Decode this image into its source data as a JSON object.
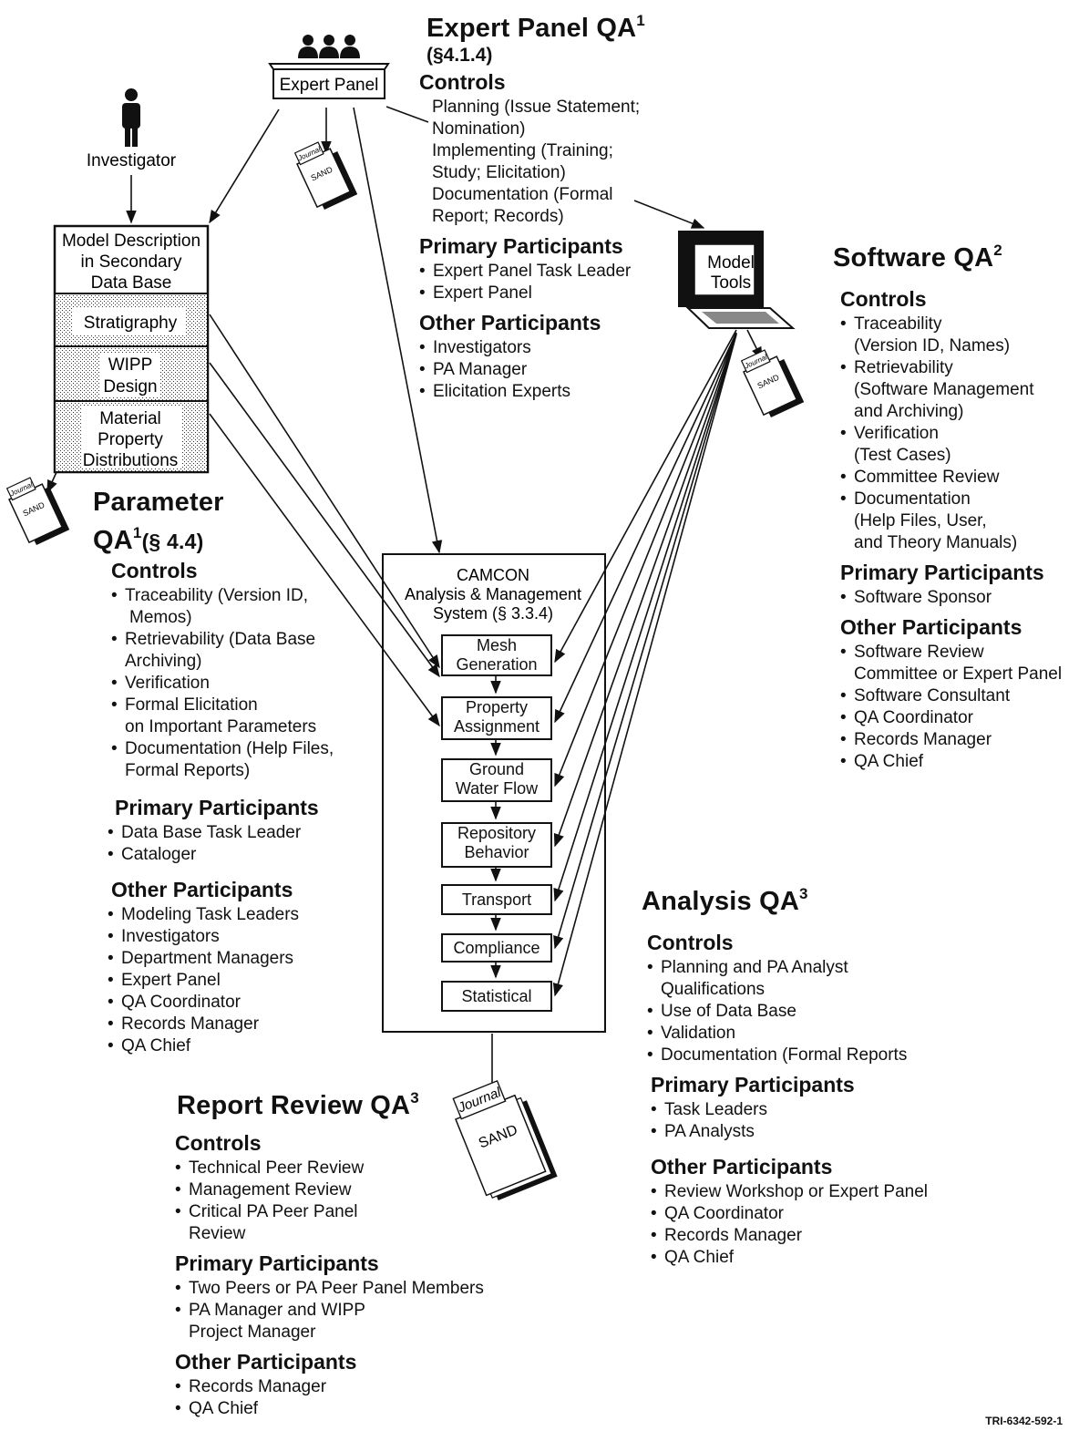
{
  "expert_panel_qa": {
    "title": "Expert Panel QA",
    "sup": "1",
    "ref": "(§4.1.4)",
    "controls_heading": "Controls",
    "controls": [
      "Planning (Issue Statement;",
      "Nomination)",
      "Implementing (Training;",
      "Study; Elicitation)",
      "Documentation (Formal",
      "Report; Records)"
    ],
    "primary_heading": "Primary Participants",
    "primary": [
      "Expert Panel Task Leader",
      "Expert Panel"
    ],
    "other_heading": "Other Participants",
    "other": [
      "Investigators",
      "PA Manager",
      "Elicitation Experts"
    ]
  },
  "software_qa": {
    "title": "Software QA",
    "sup": "2",
    "controls_heading": "Controls",
    "controls": [
      "Traceability",
      "(Version ID, Names)",
      "Retrievability",
      "(Software Management",
      "and Archiving)",
      "Verification",
      "(Test Cases)",
      "Committee Review",
      "Documentation",
      "(Help Files, User,",
      "and Theory Manuals)"
    ],
    "primary_heading": "Primary Participants",
    "primary": [
      "Software Sponsor"
    ],
    "other_heading": "Other Participants",
    "other": [
      "Software Review",
      "Committee or Expert Panel",
      "Software Consultant",
      "QA Coordinator",
      "Records Manager",
      "QA Chief"
    ]
  },
  "parameter_qa": {
    "title1": "Parameter",
    "title2": "QA",
    "sup": "1",
    "ref": "(§ 4.4)",
    "controls_heading": "Controls",
    "controls": [
      "Traceability (Version ID,",
      "Memos)",
      "Retrievability (Data Base",
      "Archiving)",
      "Verification",
      "Formal Elicitation",
      "on Important Parameters",
      "Documentation (Help Files,",
      "Formal Reports)"
    ],
    "primary_heading": "Primary Participants",
    "primary": [
      "Data Base Task Leader",
      "Cataloger"
    ],
    "other_heading": "Other Participants",
    "other": [
      "Modeling Task Leaders",
      "Investigators",
      "Department Managers",
      "Expert Panel",
      "QA Coordinator",
      "Records Manager",
      "QA Chief"
    ]
  },
  "analysis_qa": {
    "title": "Analysis QA",
    "sup": "3",
    "controls_heading": "Controls",
    "controls": [
      "Planning and PA Analyst",
      "Qualifications",
      "Use of Data Base",
      "Validation",
      "Documentation (Formal Reports"
    ],
    "primary_heading": "Primary Participants",
    "primary": [
      "Task Leaders",
      "PA Analysts"
    ],
    "other_heading": "Other Participants",
    "other": [
      "Review Workshop or Expert Panel",
      "QA Coordinator",
      "Records Manager",
      "QA Chief"
    ]
  },
  "report_review_qa": {
    "title": "Report Review QA",
    "sup": "3",
    "controls_heading": "Controls",
    "controls": [
      "Technical Peer Review",
      "Management Review",
      "Critical PA Peer Panel",
      "Review"
    ],
    "primary_heading": "Primary Participants",
    "primary": [
      "Two Peers or PA Peer Panel Members",
      "PA Manager and WIPP",
      "Project Manager"
    ],
    "other_heading": "Other Participants",
    "other": [
      "Records Manager",
      "QA Chief"
    ]
  },
  "expert_panel_box": "Expert Panel",
  "investigator_label": "Investigator",
  "model_description": [
    "Model Description",
    "in Secondary",
    "Data Base"
  ],
  "db_sections": {
    "stratigraphy": "Stratigraphy",
    "wipp_design": [
      "WIPP",
      "Design"
    ],
    "material": [
      "Material",
      "Property",
      "Distributions"
    ]
  },
  "model_tools": [
    "Model",
    "Tools"
  ],
  "camcon": [
    "CAMCON",
    "Analysis & Management",
    "System (§ 3.3.4)"
  ],
  "camcon_steps": {
    "mesh": [
      "Mesh",
      "Generation"
    ],
    "property": [
      "Property",
      "Assignment"
    ],
    "groundwater": [
      "Ground",
      "Water Flow"
    ],
    "repository": [
      "Repository",
      "Behavior"
    ],
    "transport": "Transport",
    "compliance": "Compliance",
    "statistical": "Statistical"
  },
  "journal_label": "Journal",
  "sand_label": "SAND",
  "figure_id": "TRI-6342-592-1"
}
